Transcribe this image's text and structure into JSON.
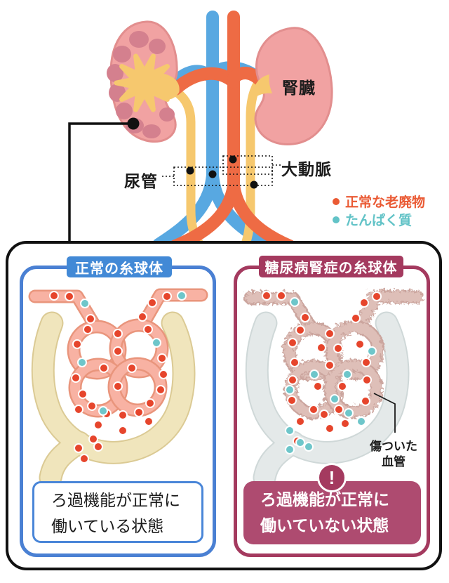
{
  "page": {
    "background": "#ffffff"
  },
  "anatomy": {
    "kidney_label": "腎臓",
    "ureter_label": "尿管",
    "aorta_label": "大動脈",
    "legend": [
      {
        "label": "正常な老廃物",
        "color": "#ea5a34"
      },
      {
        "label": "たんぱく質",
        "color": "#62c3c7"
      }
    ]
  },
  "comparison": {
    "normal": {
      "title": "正常の糸球体",
      "caption_line1": "ろ過機能が正常に",
      "caption_line2": "働いている状態",
      "accent_color": "#4a80d3"
    },
    "diabetic": {
      "title": "糖尿病腎症の糸球体",
      "caption_line1": "ろ過機能が正常に",
      "caption_line2": "働いていない状態",
      "damaged_vessel_line1": "傷ついた",
      "damaged_vessel_line2": "血管",
      "warning_glyph": "!",
      "accent_color": "#a43a5f"
    }
  }
}
